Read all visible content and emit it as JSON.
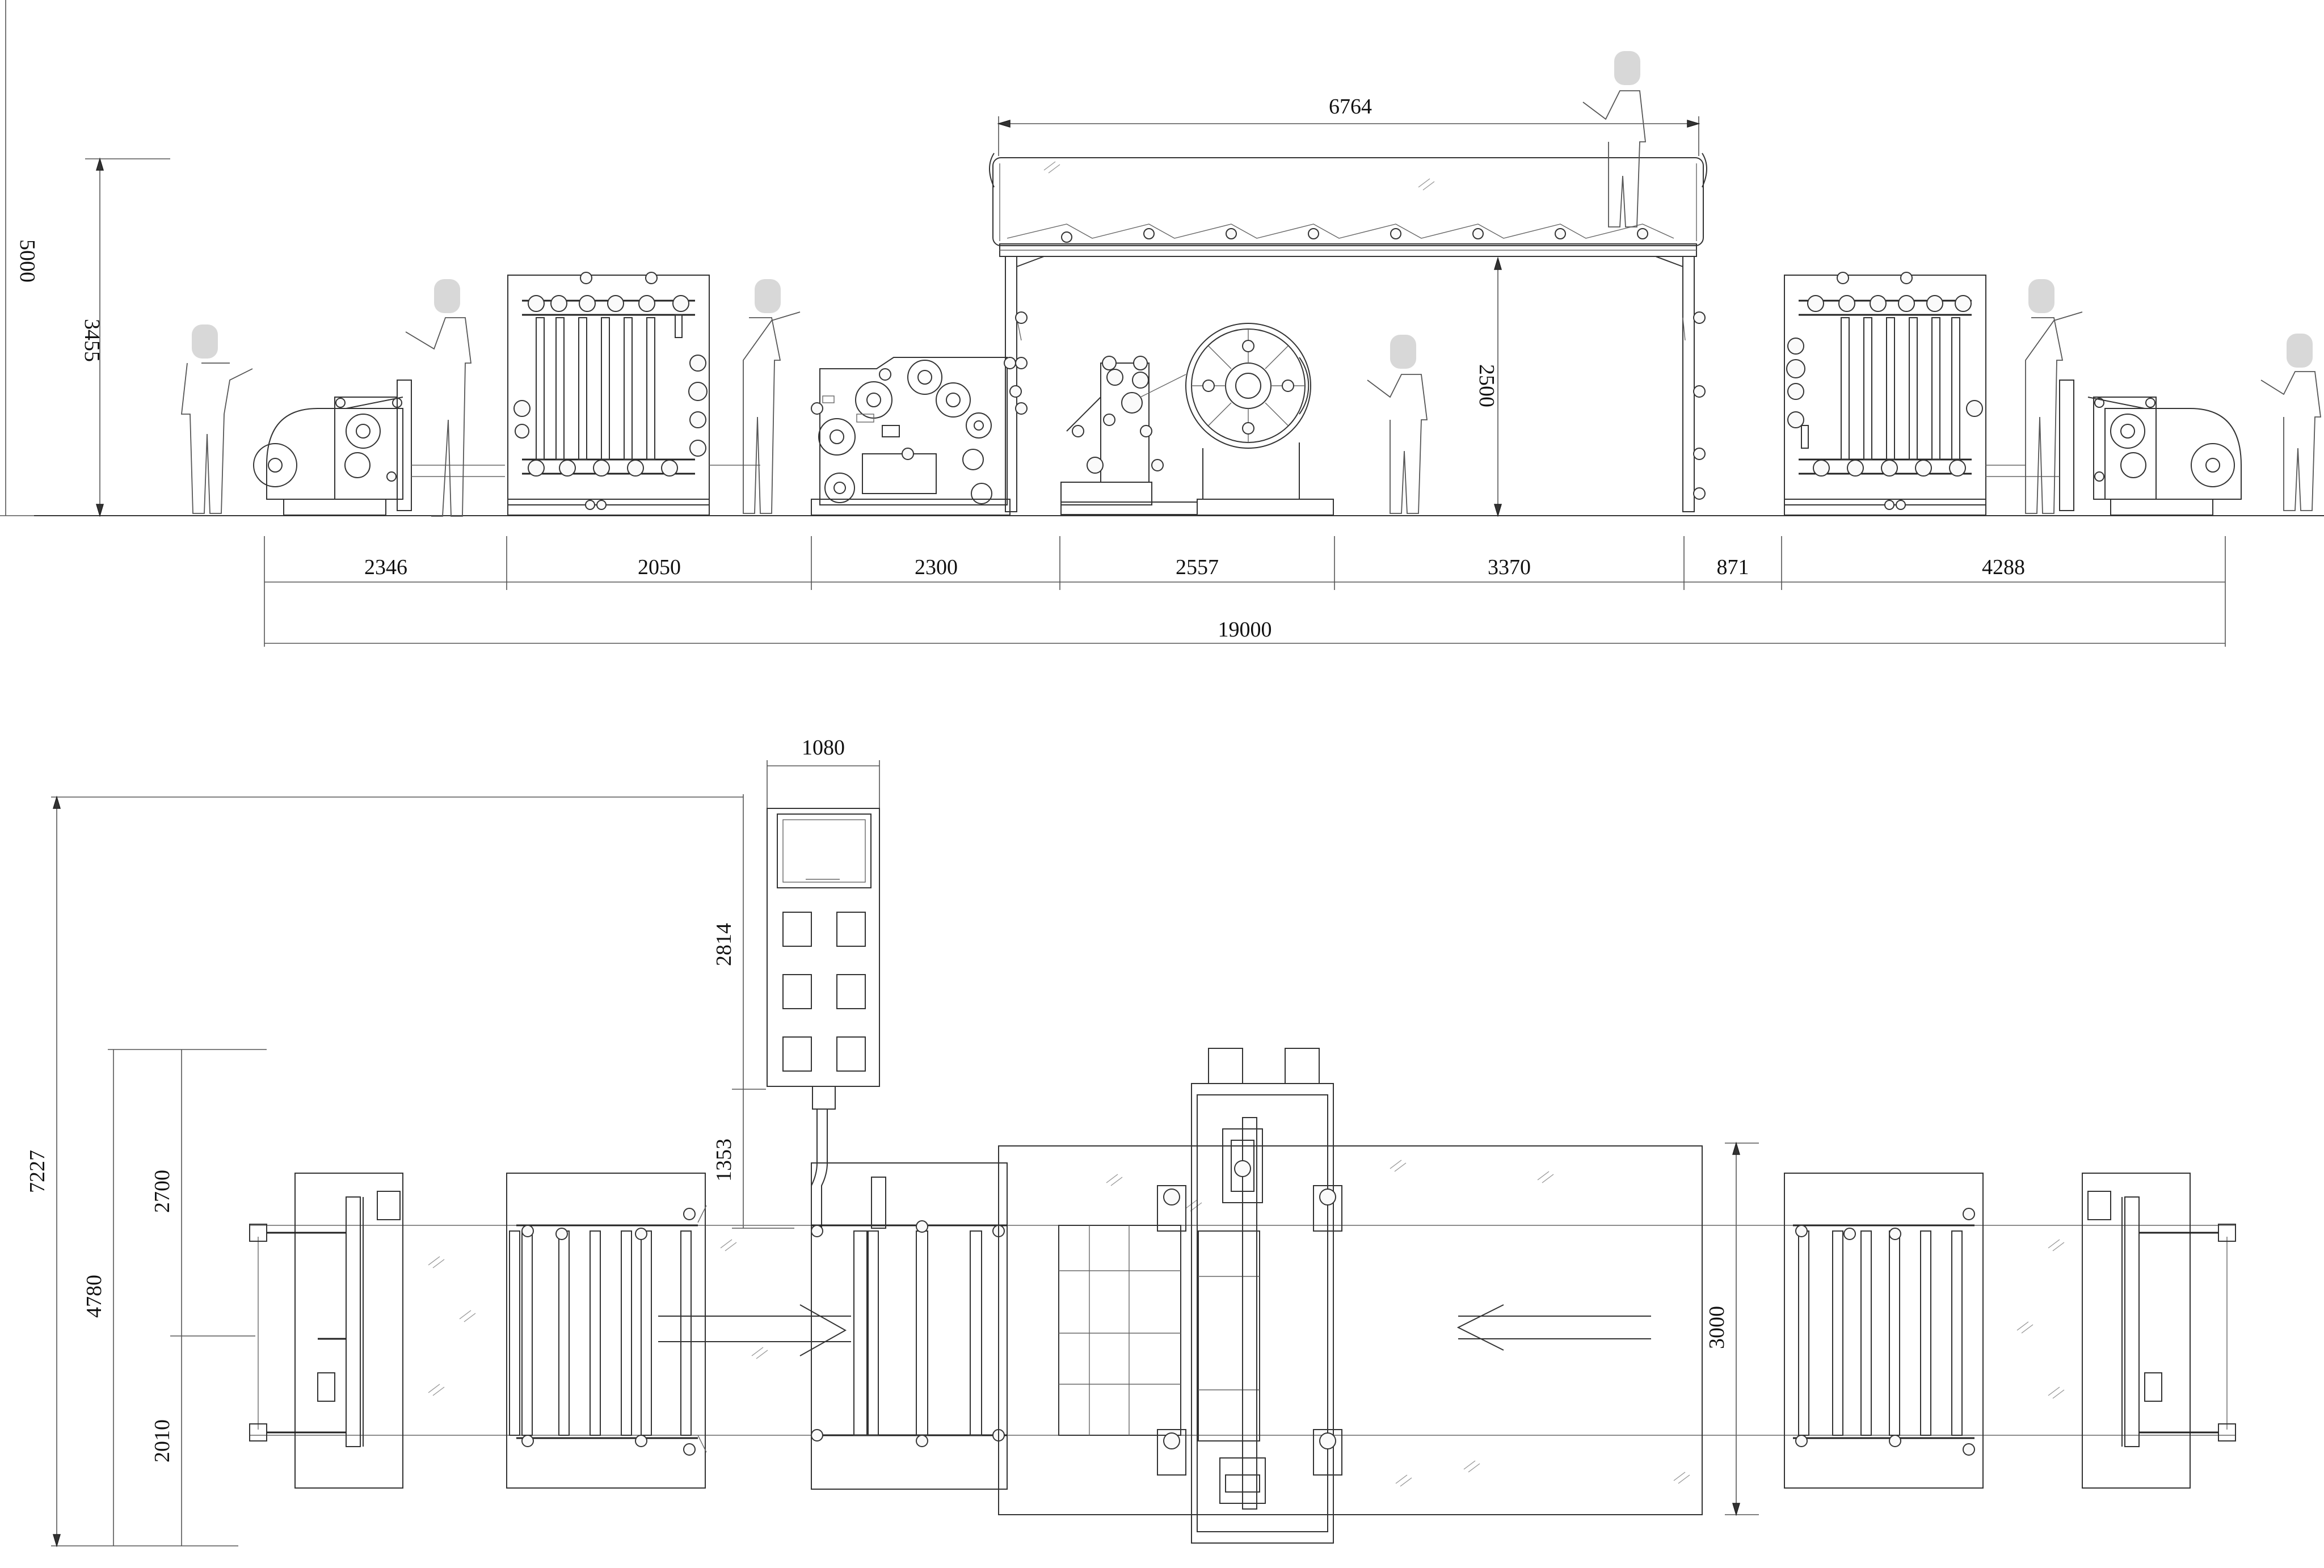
{
  "elevation_view": {
    "height_dims": {
      "overall": "5000",
      "left": "3455",
      "center_frame": "2500"
    },
    "hood_length": "6764",
    "section_dims": [
      "2346",
      "2050",
      "2300",
      "2557",
      "3370",
      "871",
      "4288"
    ],
    "total_length": "19000"
  },
  "plan_view": {
    "panel_width": "1080",
    "panel_height": "2814",
    "panel_offset": "1353",
    "overall_width": "7227",
    "left_dims": {
      "outer": "4780",
      "upper": "2700",
      "lower": "2010"
    },
    "right_width": "3000"
  }
}
